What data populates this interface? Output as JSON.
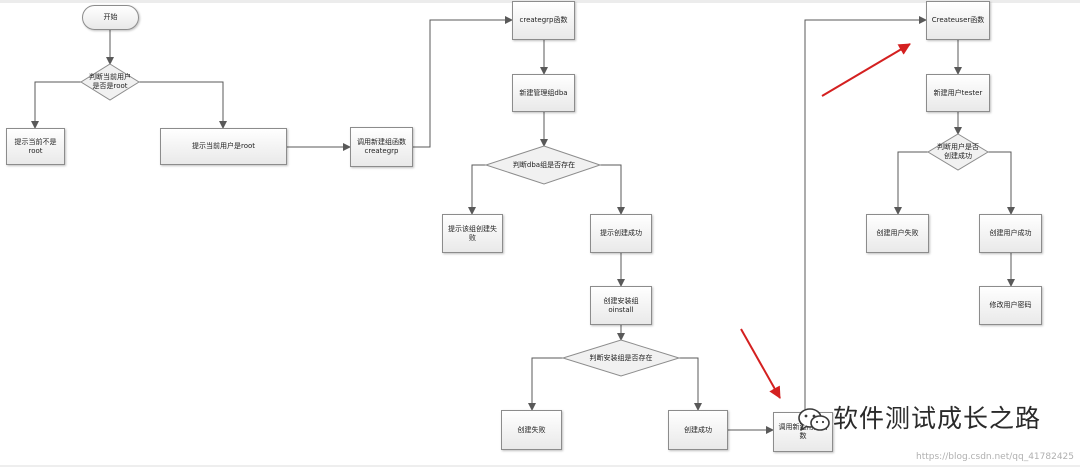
{
  "flow": {
    "start": "开始",
    "is_root_decision": "判断当前用户\n是否是root",
    "not_root": "提示当前不是root",
    "is_root": "提示当前用户是root",
    "call_creategrp": "调用新建组函数\ncreategrp",
    "creategrp_func": "creategrp函数",
    "new_group_dba": "新建管理组dba",
    "dba_exists_decision": "判断dba组是否存在",
    "group_create_fail": "提示该组创建失败",
    "group_create_success": "提示创建成功",
    "create_oinstall": "创建安装组oinstall",
    "install_group_exists_decision": "判断安装组是否存在",
    "create_fail": "创建失败",
    "create_success": "创建成功",
    "call_createuser": "调用新建用户函数",
    "createuser_func": "Createuser函数",
    "new_user_tester": "新建用户tester",
    "user_created_decision": "判断用户是否\n创建成功",
    "user_create_fail": "创建用户失败",
    "user_create_success": "创建用户成功",
    "change_password": "修改用户密码"
  },
  "watermark": {
    "text": "软件测试成长之路",
    "url": "https://blog.csdn.net/qq_41782425"
  },
  "colors": {
    "arrow_red": "#d42020",
    "connector": "#595959",
    "node_border": "#8c8c8c"
  }
}
